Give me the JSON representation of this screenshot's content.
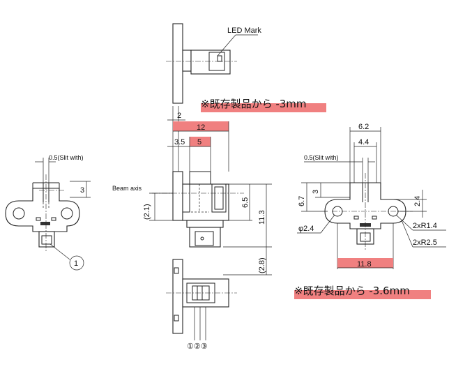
{
  "labels": {
    "led_mark": "LED Mark",
    "beam_axis": "Beam axis",
    "slit_width_left": "0.5(Slit with)",
    "slit_width_right": "0.5(Slit with)",
    "pin_numbers": "①②③",
    "pin_one": "1"
  },
  "notes": {
    "top": "※既存製品から -3mm",
    "bottom": "※既存製品から -3.6mm"
  },
  "dimensions": {
    "d2": "2",
    "d12": "12",
    "d3_5": "3.5",
    "d5": "5",
    "d6_5": "6.5",
    "d11_3": "11.3",
    "d2_1": "(2.1)",
    "d2_8": "(2.8)",
    "d3_left": "3",
    "d6_2": "6.2",
    "d4_4": "4.4",
    "d6_7": "6.7",
    "d3_right": "3",
    "d2_4": "2.4",
    "phi2_4": "φ2.4",
    "r1_4": "2xR1.4",
    "r2_5": "2xR2.5",
    "d11_8": "11.8"
  },
  "colors": {
    "highlight": "#f08080",
    "line": "#222222"
  }
}
